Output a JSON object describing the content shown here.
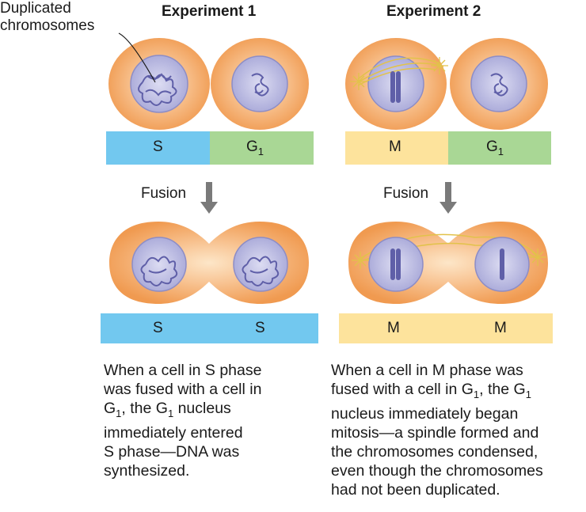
{
  "experiment1": {
    "title": "Experiment 1",
    "cell_labels": [
      "S",
      "G",
      "1"
    ],
    "fusion_label": "Fusion",
    "result_labels": [
      "S",
      "S"
    ],
    "caption_lines": [
      "When a cell in S phase",
      "was fused with a cell in",
      "G",
      "1",
      ", the G",
      "1",
      " nucleus",
      "immediately entered",
      "S phase—DNA was",
      "synthesized."
    ]
  },
  "experiment2": {
    "title": "Experiment 2",
    "cell_labels": [
      "M",
      "G",
      "1"
    ],
    "fusion_label": "Fusion",
    "result_labels": [
      "M",
      "M"
    ],
    "caption_lines": [
      "When a cell in M phase was",
      "fused with a cell in G",
      "1",
      ", the G",
      "1",
      "nucleus immediately began",
      "mitosis—a spindle formed and",
      "the chromosomes condensed,",
      "even though the chromosomes",
      "had not been duplicated."
    ]
  },
  "annotation": {
    "line1": "Duplicated",
    "line2": "chromosomes"
  },
  "colors": {
    "S": "#72c8ef",
    "G1": "#a9d795",
    "M": "#fde39c",
    "cell": "#f4a35d",
    "nucleus": "#b8b8e0",
    "chromosome": "#5f5fa8",
    "arrow": "#7a7a7a"
  }
}
